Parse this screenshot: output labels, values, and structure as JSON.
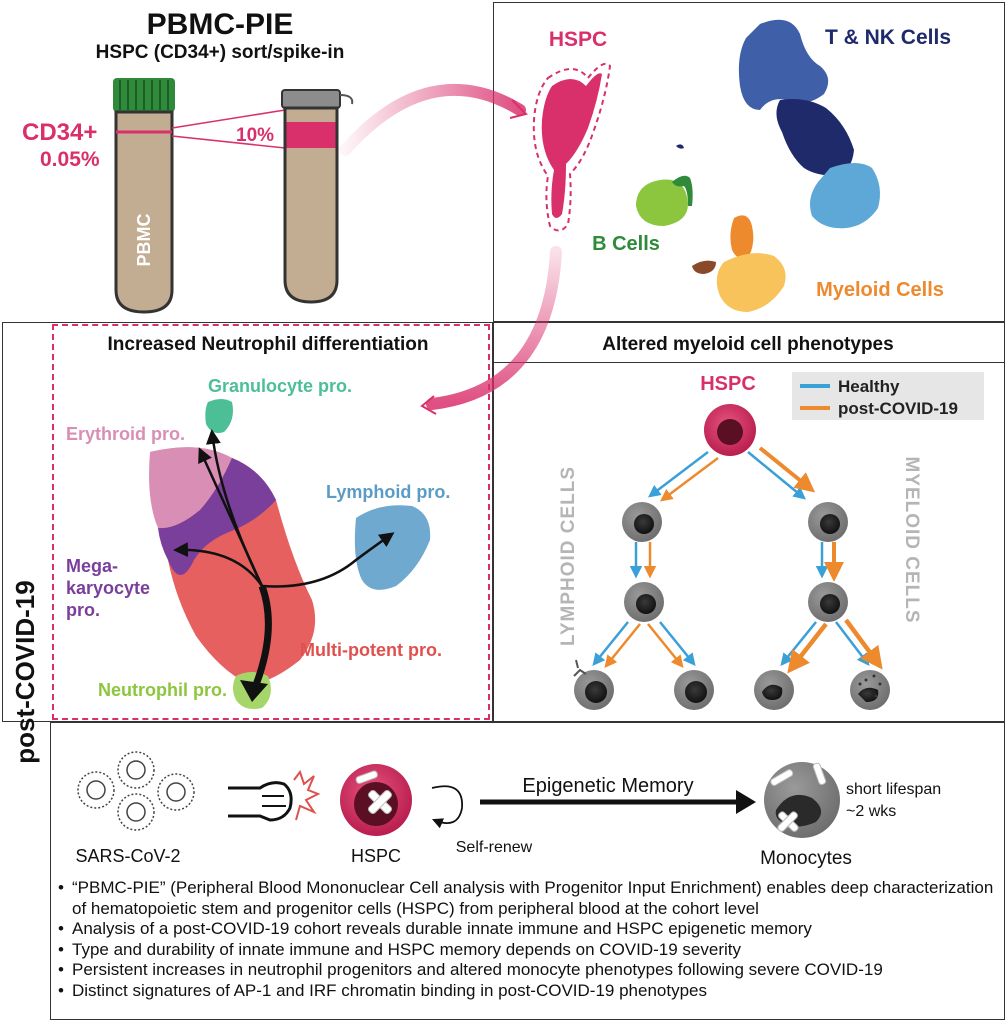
{
  "top_left": {
    "title": "PBMC-PIE",
    "subtitle": "HSPC (CD34+) sort/spike-in",
    "cd34_label": "CD34+",
    "cd34_pct": "0.05%",
    "spike_pct": "10%",
    "tube_label": "PBMC"
  },
  "umap": {
    "hspc": "HSPC",
    "tnk": "T & NK Cells",
    "bcells": "B Cells",
    "myeloid": "Myeloid Cells"
  },
  "side_label": "post-COVID-19",
  "neutrophil_panel": {
    "title": "Increased Neutrophil differentiation",
    "granulocyte": "Granulocyte pro.",
    "erythroid": "Erythroid pro.",
    "lymphoid": "Lymphoid pro.",
    "mega_1": "Mega-",
    "mega_2": "karyocyte",
    "mega_3": "pro.",
    "multipotent": "Multi-potent pro.",
    "neutrophil": "Neutrophil pro."
  },
  "myeloid_panel": {
    "title": "Altered myeloid cell phenotypes",
    "hspc": "HSPC",
    "legend_healthy": "Healthy",
    "legend_post": "post-COVID-19",
    "lymphoid_cells": "LYMPHOID CELLS",
    "myeloid_cells": "MYELOID CELLS"
  },
  "memory_panel": {
    "virus": "SARS-CoV-2",
    "hspc": "HSPC",
    "self_renew": "Self-renew",
    "epigenetic": "Epigenetic Memory",
    "monocytes": "Monocytes",
    "lifespan_1": "short lifespan",
    "lifespan_2": "~2 wks"
  },
  "bullets": [
    "“PBMC-PIE” (Peripheral Blood Mononuclear Cell analysis with Progenitor Input Enrichment) enables deep characterization of hematopoietic stem and progenitor cells (HSPC) from peripheral blood at the cohort level",
    "Analysis of a post-COVID-19 cohort reveals durable innate immune and HSPC epigenetic memory",
    "Type and durability of innate immune and HSPC memory depends on COVID-19 severity",
    "Persistent increases in neutrophil progenitors and altered monocyte phenotypes following severe COVID-19",
    "Distinct signatures of AP-1 and IRF chromatin binding in post-COVID-19 phenotypes"
  ],
  "colors": {
    "magenta": "#d9306c",
    "healthy": "#3aa0d8",
    "post_covid": "#ee8a2e",
    "tube": "#c2ad92",
    "cap_green": "#2f8a3a"
  }
}
